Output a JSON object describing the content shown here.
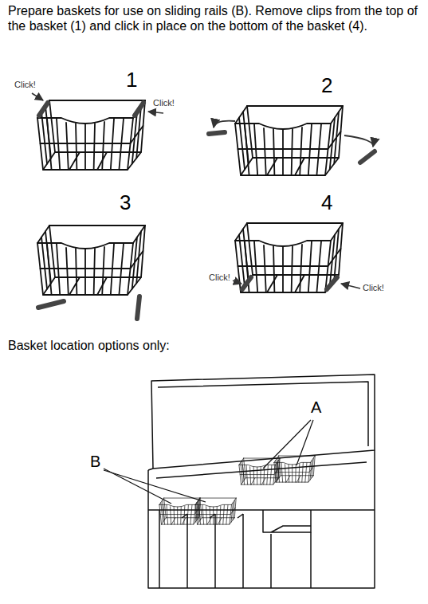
{
  "diagram": {
    "labels": [
      "Prepare baskets for use on sliding rails (B). Remove clips from the top of the basket (1) and click in place on the bottom of the basket (4).",
      "Click!",
      "1",
      "Click!",
      "2",
      "3",
      "4",
      "Click!",
      "Click!",
      "Basket location options only:",
      "A",
      "B"
    ]
  }
}
